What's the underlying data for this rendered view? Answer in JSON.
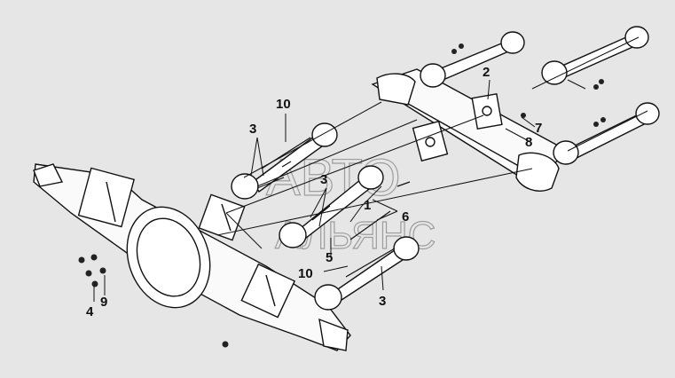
{
  "watermark": {
    "line1": "АВТО",
    "line2": "АЛЬЯНС"
  },
  "callouts": {
    "c1": "1",
    "c2": "2",
    "c3_top": "3",
    "c3_mid": "3",
    "c3_bottom": "3",
    "c4": "4",
    "c5": "5",
    "c6": "6",
    "c7": "7",
    "c8": "8",
    "c9": "9",
    "c10_top": "10",
    "c10_bottom": "10"
  }
}
